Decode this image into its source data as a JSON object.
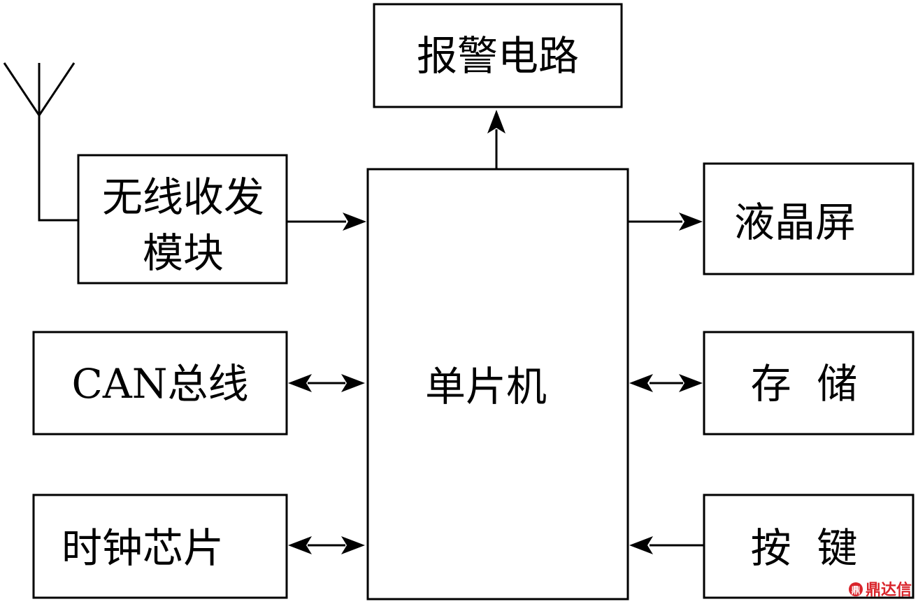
{
  "nodes": {
    "alarm": {
      "label": "报警电路"
    },
    "wireless": {
      "line1": "无线收发",
      "line2": "模块"
    },
    "mcu": {
      "label": "单片机"
    },
    "lcd": {
      "label": "液晶屏"
    },
    "can": {
      "label": "CAN总线"
    },
    "storage": {
      "label": "存  储"
    },
    "clock": {
      "label": "时钟芯片"
    },
    "keys": {
      "label": "按  键"
    }
  },
  "edges": [
    {
      "from": "mcu",
      "to": "alarm",
      "direction": "forward"
    },
    {
      "from": "wireless",
      "to": "mcu",
      "direction": "forward"
    },
    {
      "from": "mcu",
      "to": "lcd",
      "direction": "forward"
    },
    {
      "from": "can",
      "to": "mcu",
      "direction": "both"
    },
    {
      "from": "mcu",
      "to": "storage",
      "direction": "both"
    },
    {
      "from": "clock",
      "to": "mcu",
      "direction": "both"
    },
    {
      "from": "keys",
      "to": "mcu",
      "direction": "forward"
    }
  ],
  "antenna": {
    "icon": "antenna-icon"
  },
  "watermark": {
    "text": "鼎达信",
    "color": "#d9242b",
    "icon": "logo-icon"
  }
}
